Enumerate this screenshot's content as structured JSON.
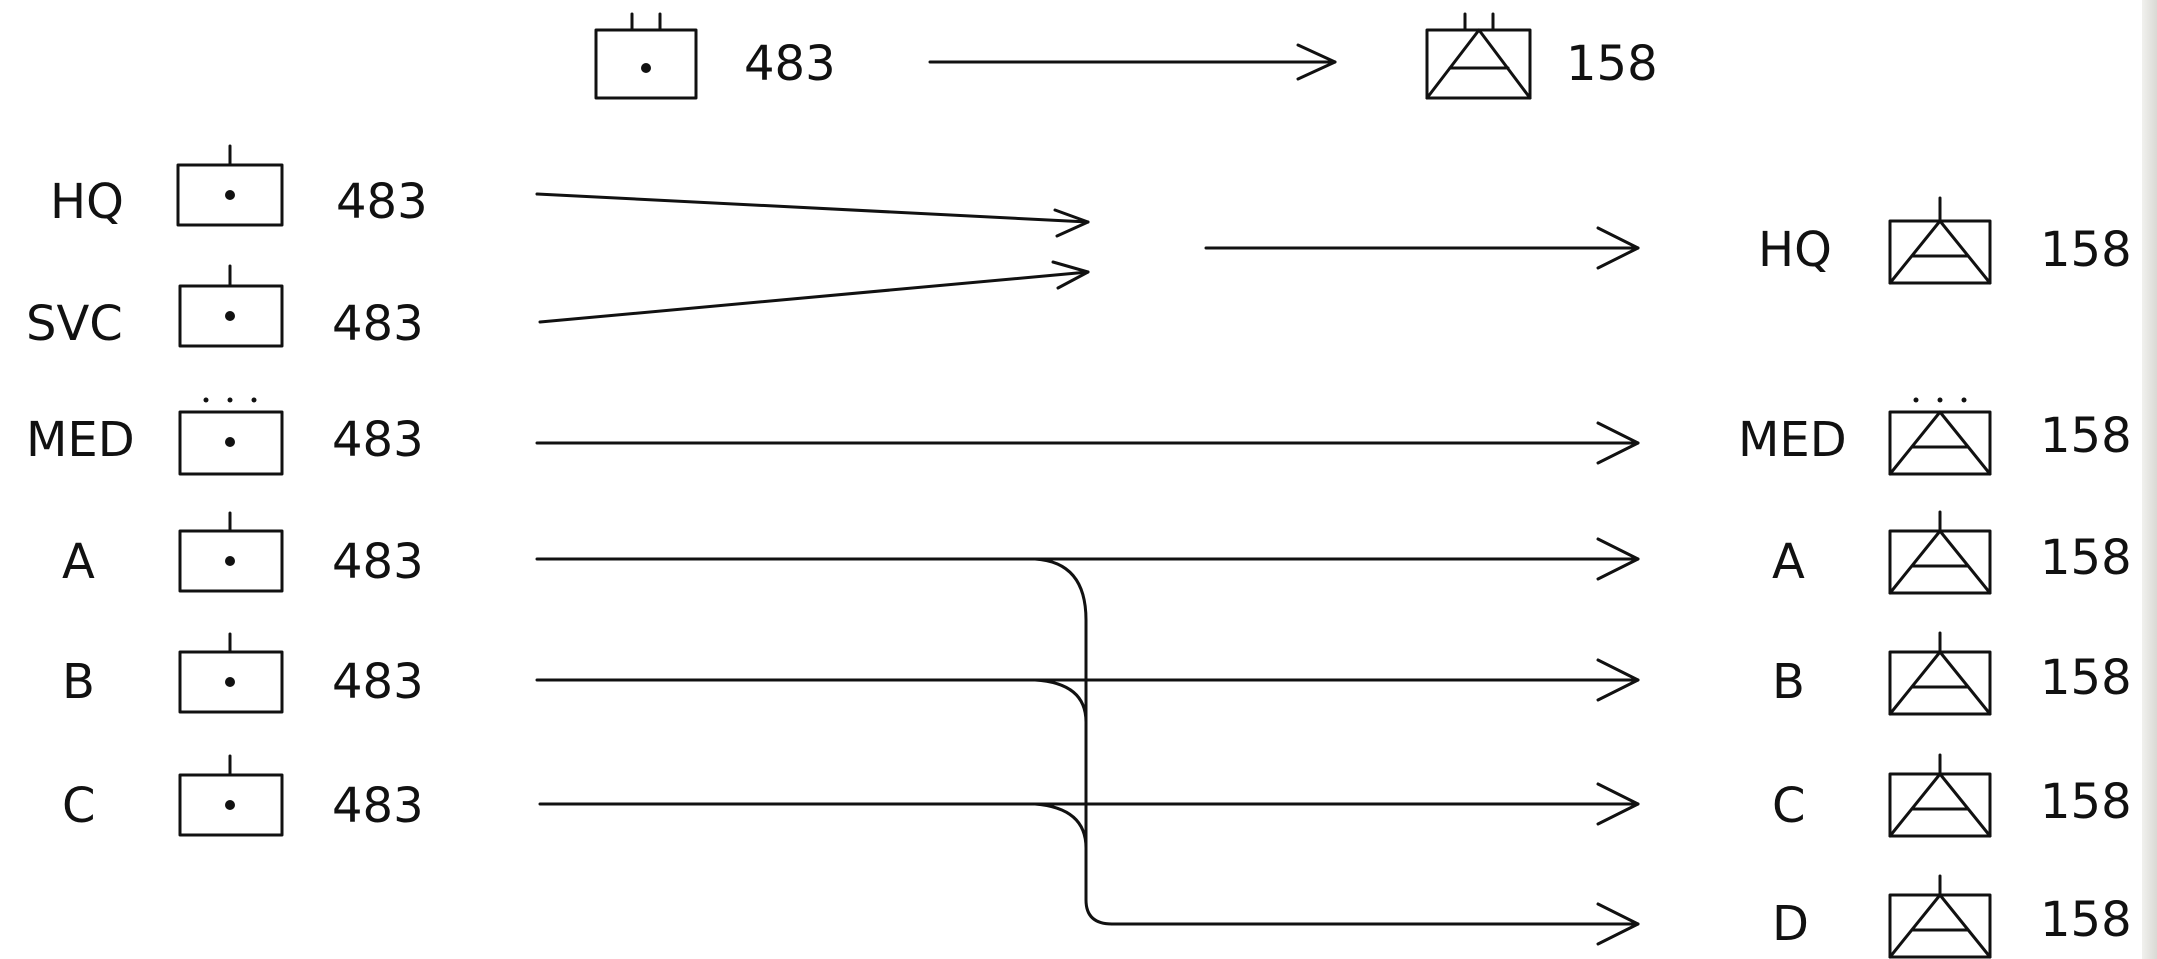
{
  "header": {
    "from_unit": "483",
    "to_unit": "158"
  },
  "left_units": [
    {
      "label": "HQ",
      "number": "483",
      "symbol": "single-tick"
    },
    {
      "label": "SVC",
      "number": "483",
      "symbol": "single-tick"
    },
    {
      "label": "MED",
      "number": "483",
      "symbol": "dots"
    },
    {
      "label": "A",
      "number": "483",
      "symbol": "single-tick"
    },
    {
      "label": "B",
      "number": "483",
      "symbol": "single-tick"
    },
    {
      "label": "C",
      "number": "483",
      "symbol": "single-tick"
    }
  ],
  "right_units": [
    {
      "label": "HQ",
      "number": "158",
      "symbol": "single-tick"
    },
    {
      "label": "MED",
      "number": "158",
      "symbol": "dots"
    },
    {
      "label": "A",
      "number": "158",
      "symbol": "single-tick"
    },
    {
      "label": "B",
      "number": "158",
      "symbol": "single-tick"
    },
    {
      "label": "C",
      "number": "158",
      "symbol": "single-tick"
    },
    {
      "label": "D",
      "number": "158",
      "symbol": "single-tick"
    }
  ],
  "symbols": {
    "left_type": "box-with-dot",
    "right_type": "box-with-triangle"
  },
  "colors": {
    "ink": "#111111",
    "paper": "#ffffff"
  }
}
